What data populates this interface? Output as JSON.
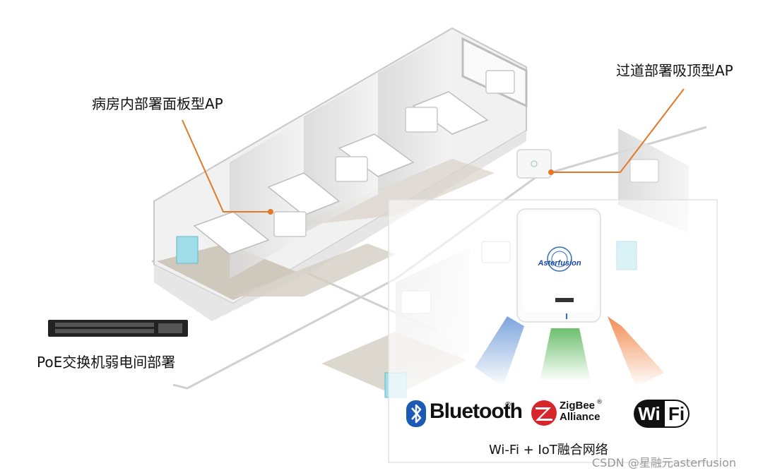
{
  "labels": {
    "panel_ap": "病房内部署面板型AP",
    "ceiling_ap": "过道部署吸顶型AP",
    "poe_switch": "PoE交换机弱电间部署",
    "fusion": "Wi-Fi + IoT融合网络",
    "watermark": "CSDN @星融元asterfusion"
  },
  "logos": {
    "bluetooth": "Bluetooth",
    "bluetooth_reg": "®",
    "zigbee_line1": "ZigBee",
    "zigbee_line2": "Alliance",
    "zigbee_reg": "®",
    "wifi_left": "Wi",
    "wifi_right": "Fi"
  },
  "ap_brand": "Asterfusion",
  "colors": {
    "leader_line": "#e07a2a",
    "bluetooth_beam": "#6e9ad8",
    "zigbee_beam": "#5cb85c",
    "wifi_beam": "#f08040",
    "zigbee_red": "#d7262b",
    "ap_logo_blue": "#1a4aa0"
  },
  "icons": [
    "hospital-bed-icon",
    "medical-cart-icon",
    "panel-ap-icon",
    "ceiling-ap-icon",
    "poe-switch-icon",
    "bluetooth-icon",
    "zigbee-icon",
    "wifi-icon"
  ]
}
